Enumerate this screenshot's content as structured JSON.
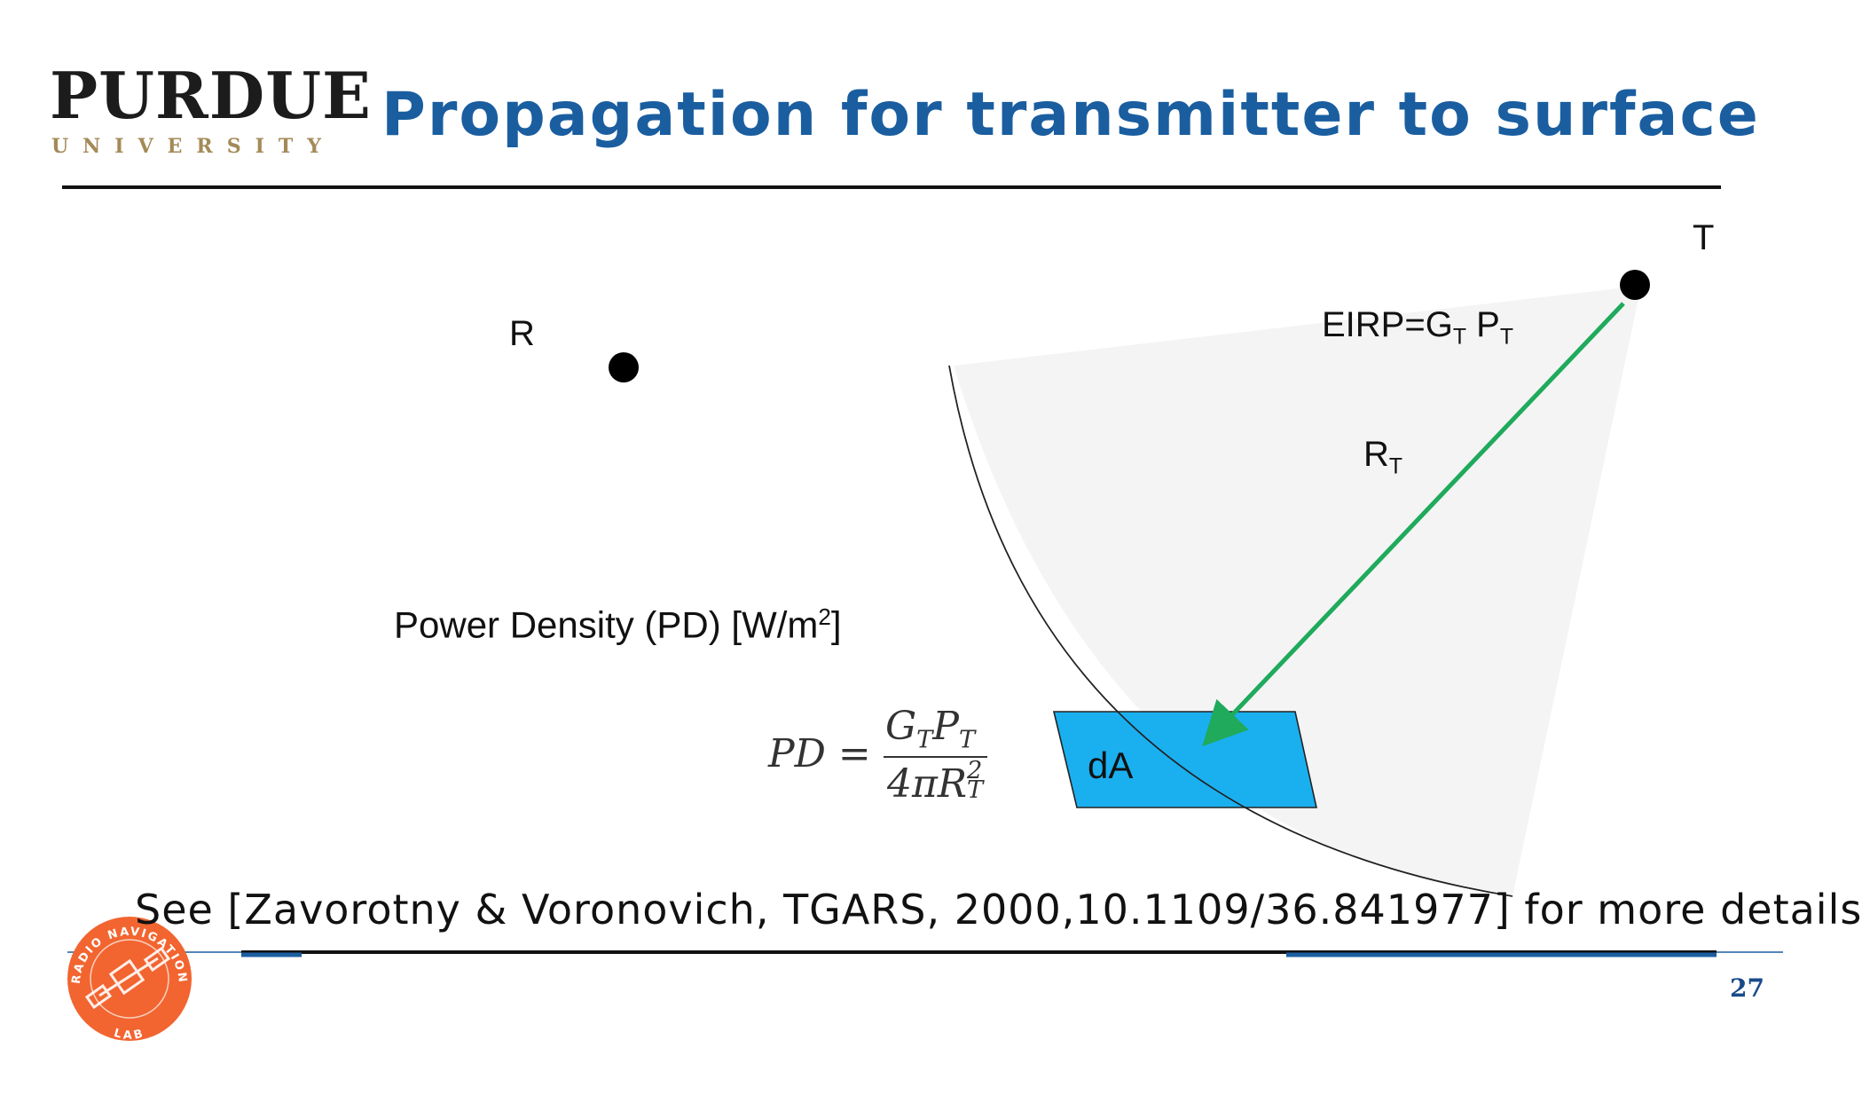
{
  "header": {
    "logo_word": "PURDUE",
    "logo_sub": "UNIVERSITY",
    "title": "Propagation for transmitter to surface"
  },
  "diagram": {
    "receiver_label": "R",
    "transmitter_label": "T",
    "eirp_prefix": "EIRP=G",
    "eirp_gain_sub": "T",
    "eirp_power": "P",
    "eirp_power_sub": "T",
    "range_label": "R",
    "range_sub": "T",
    "surface_label": "dA",
    "power_density_label": "Power Density (PD) [W/m",
    "power_density_exp": "2",
    "power_density_close": "]"
  },
  "equation": {
    "lhs": "PD =",
    "numerator_g": "G",
    "numerator_g_sub": "T",
    "numerator_p": "P",
    "numerator_p_sub": "T",
    "denominator_prefix": "4πR",
    "denominator_sup": "2",
    "denominator_sub": "T"
  },
  "footer": {
    "reference": "See [Zavorotny & Voronovich, TGARS, 2000,10.1109/36.841977] for more details",
    "page_number": "27"
  },
  "lab_logo": {
    "arc_top": "RADIO NAVIGATION",
    "arc_bottom": "LAB"
  },
  "colors": {
    "title": "#1a5ea0",
    "arrow": "#1faa5c",
    "surface": "#1ab0f0",
    "beam_fill": "#f4f4f4",
    "logo_orange": "#f26530",
    "purdue_gold": "#a38a57"
  }
}
